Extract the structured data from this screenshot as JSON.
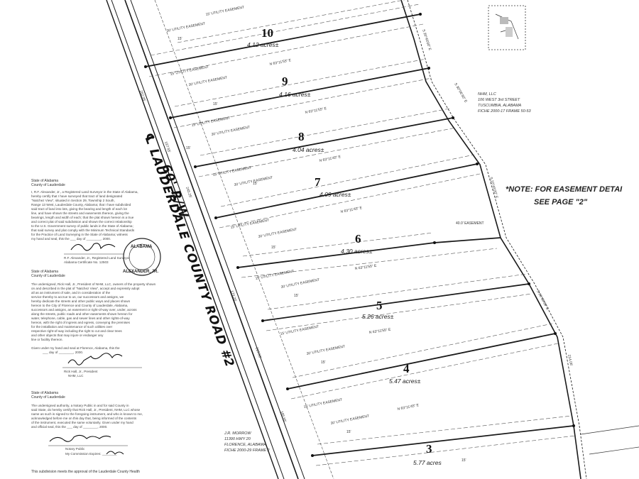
{
  "road": {
    "name": "℄ LAUDERDALE COUNTY ROAD #2",
    "width": "60' R/W"
  },
  "note": {
    "line1": "*NOTE: FOR EASEMENT DETAI",
    "line2": "SEE PAGE \"2\""
  },
  "lots": [
    {
      "number": "10",
      "acres": "4.12 acres±"
    },
    {
      "number": "9",
      "acres": "4.16 acres±"
    },
    {
      "number": "8",
      "acres": "4.04 acres±"
    },
    {
      "number": "7",
      "acres": "4.09 acres±"
    },
    {
      "number": "6",
      "acres": "4.30 acres±"
    },
    {
      "number": "5",
      "acres": "5.26 acres±"
    },
    {
      "number": "4",
      "acres": "5.47 acres±"
    },
    {
      "number": "3",
      "acres": "5.77 acres"
    }
  ],
  "easements": {
    "fifteen": "15' UTILITY EASEMENT",
    "thirty": "30' UTILITY EASEMENT",
    "dim": "15'",
    "forty": "40.0' EASEMENT"
  },
  "owner_block": {
    "line1": "NHM, LLC",
    "line2": "106 WEST 3rd STREET",
    "line3": "TUSCUMBIA, ALABAMA",
    "line4": "FICHE 2000-17 FRAME 50-53"
  },
  "adjoiner_block": {
    "line1": "J.R. MORROW",
    "line2": "11390 HWY 20",
    "line3": "FLORENCE, ALABAMA",
    "line4": "FICHE 2000-29 FRAME 2"
  },
  "seal": {
    "top": "ALABAMA",
    "bottom": "ALEXANDER, JR."
  },
  "certificates": {
    "surveyor_heading1": "State of Alabama",
    "surveyor_heading2": "County of Lauderdale",
    "surveyor_text": [
      "I, R.F. Alexander, Jr., a Registered Land Surveyor in the State of Alabama,",
      "hereby certify that I have surveyed that tract of land designated",
      "\"Natchez View\", situated in Section 29, Township 2 South,",
      "Range 13 West, Lauderdale County, Alabama; that I have subdivided",
      "said tract of land into lots, giving the bearing and length of each lot",
      "line, and have shown the streets and easements thereon, giving the",
      "bearings, length and width of each; that the plat shown hereon is a true",
      "and correct plat of said subdivision and shown the correct relationship",
      "to the U.S. Government survey of public lands in the State of Alabama;",
      "that said survey and plat comply with the Minimum Technical Standards",
      "for the Practice of Land Surveying in the State of Alabama; witness",
      "my hand and seal, this the ___ day of ________, 2000."
    ],
    "surveyor_sig": "R.F. Alexander, Jr., Registered Land Surveyor",
    "surveyor_cert": "Alabama Certificate No. 12503",
    "owner_heading1": "State of Alabama",
    "owner_heading2": "County of Lauderdale",
    "owner_text": [
      "The undersigned, Rick Hall, Jr., President of NHM, LLC, owners of the property shown",
      "on and described in the plat of \"Natchez View\", accept and expressly adopt",
      "all as an instrument of sale, and in consideration of the",
      "service thereby to accrue to us, our successors and assigns, we",
      "hereby dedicate the streets and other public ways and places shown",
      "hereon to the City of Florence and County of Lauderdale, Alabama,",
      "successors and assigns, an easement or right-of-way over, under, across",
      "along the streets, public roads and other easements shown hereon for",
      "water, telephone, cable, gas and sewer lines and other rights-of-way",
      "hereon, with the right of ingress and egress, conveying the premises",
      "for the installation and maintenance of such utilities over",
      "respective right-of-way including the right to cut and clear trees",
      "and other objects that may injure or endanger any",
      "line or facility thereon."
    ],
    "owner_witness": "Given under my hand and seal at Florence, Alabama, this the",
    "owner_date": "___ day of ________, 2000.",
    "owner_sig1": "Rick Hall, Jr., President",
    "owner_sig2": "NHM, LLC",
    "notary_heading1": "State of Alabama",
    "notary_heading2": "County of Lauderdale",
    "notary_text": [
      "The undersigned authority, a Notary Public in and for said County in",
      "said State, do hereby certify that Rick Hall, Jr., President, NHM, LLC whose",
      "name as such is signed to the foregoing instrument, and who is known to me,",
      "acknowledged before me on this day that, being informed of the contents",
      "of the instrument, executed the same voluntarily. Given under my hand",
      "and official seal, this the ___ day of ________, 2000."
    ],
    "notary_label": "Notary Public",
    "notary_comm": "My Commission Expires: ________",
    "subdivision_text": "This subdivision meets the approval of the Lauderdale County Health"
  },
  "bearings": [
    "N 63°11'55\" E",
    "S 20°45'00\" E",
    "262.05'",
    "197.55'",
    "245.25'",
    "N 63°11'45\" E",
    "179.20'",
    "S 30°06'30\" E",
    "219.50'",
    "185.65'",
    "214.06'"
  ]
}
